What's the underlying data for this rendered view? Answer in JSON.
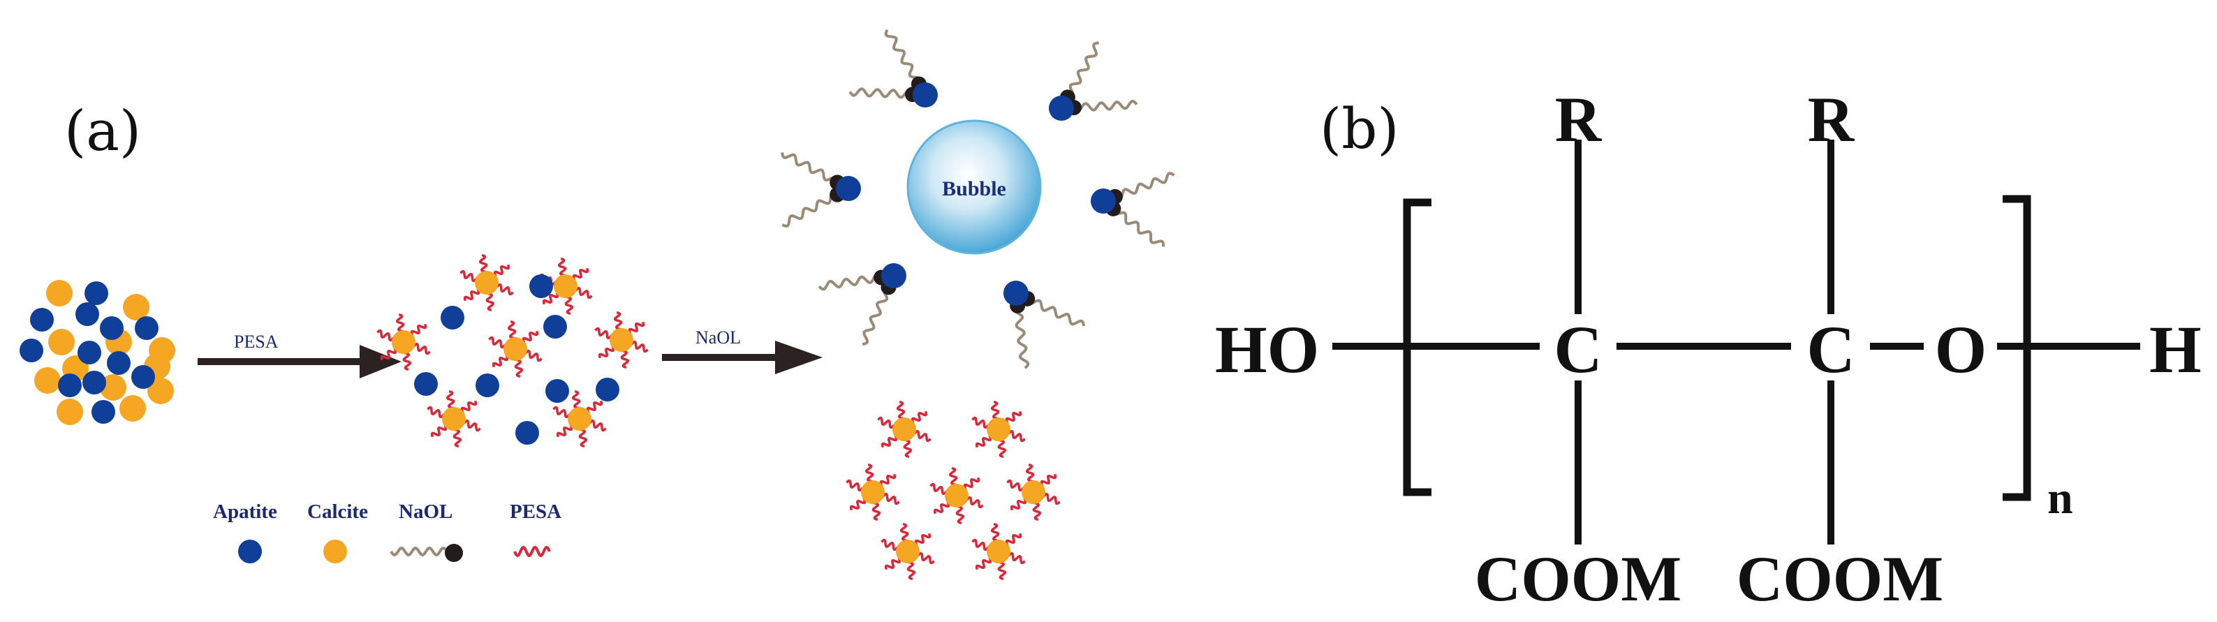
{
  "panel_a": {
    "label": "(a)",
    "arrow1_label": "PESA",
    "arrow2_label": "NaOL",
    "bubble_label": "Bubble",
    "legend": {
      "apatite": "Apatite",
      "calcite": "Calcite",
      "naol": "NaOL",
      "pesa": "PESA"
    }
  },
  "panel_b": {
    "label": "(b)",
    "ho": "HO",
    "c1": "C",
    "c2": "C",
    "o": "O",
    "h": "H",
    "r1": "R",
    "r2": "R",
    "coom1": "COOM",
    "coom2": "COOM",
    "subscript": "n"
  },
  "colors": {
    "apatite": "#0f3f99",
    "calcite": "#f5a623",
    "pesa_chain": "#d8283a",
    "naol_tail": "#9a8a78",
    "naol_head": "#241c1c",
    "arrow": "#2c2222",
    "bubble": "#5fb3dc"
  }
}
